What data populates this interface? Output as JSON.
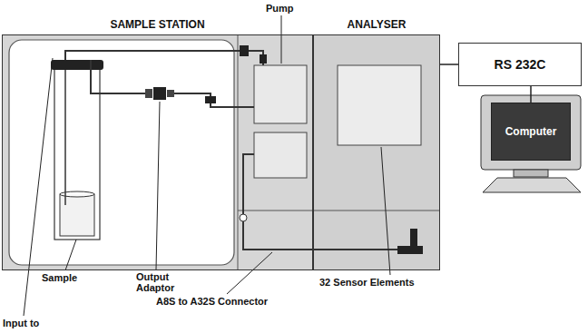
{
  "diagram": {
    "nodes": [
      {
        "text": [
          "SAMPLE STATION"
        ]
      },
      {
        "text": [
          "ANALYSER"
        ]
      },
      {
        "text": [
          "RS 232C"
        ]
      },
      {
        "text": [
          "Computer"
        ]
      }
    ],
    "edges": [
      {
        "from": 1,
        "to": 2,
        "arrow": "none"
      },
      {
        "from": 2,
        "to": 3,
        "arrow": "none"
      }
    ],
    "labels": [
      "Pump",
      "Sample",
      "Output Adaptor",
      "Input to",
      "A8S to A32S Connector",
      "32 Sensor Elements"
    ]
  }
}
